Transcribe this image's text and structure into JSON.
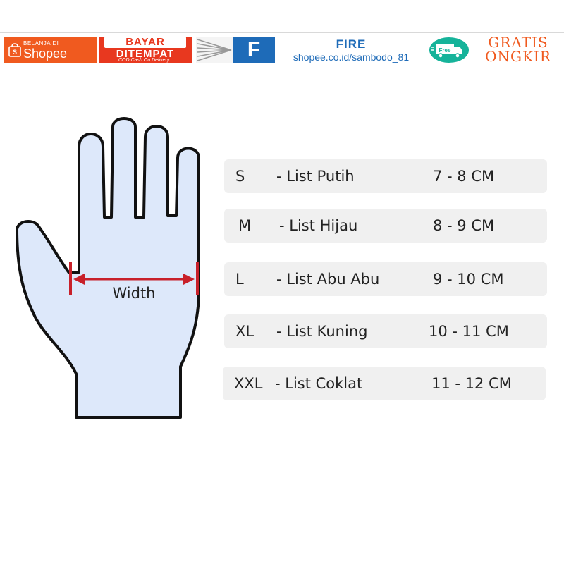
{
  "banner": {
    "shopee_small": "BELANJA DI",
    "shopee_big": "Shopee",
    "cod_top": "BAYAR",
    "cod_bottom": "DITEMPAT",
    "cod_line": "COD  Cash On Delivery",
    "brand_letter": "F",
    "store_name": "FIRE",
    "store_url": "shopee.co.id/sambodo_81",
    "free_label": "Free",
    "gratis_line1": "GRATIS",
    "gratis_line2": "ONGKIR",
    "colors": {
      "shopee_orange": "#f05a1f",
      "cod_red": "#e8381f",
      "brand_blue": "#1e6bb8",
      "free_teal": "#16b39a"
    }
  },
  "hand": {
    "width_label": "Width",
    "fill_color": "#dde8fa",
    "outline_color": "#111111",
    "arrow_color": "#c8202a"
  },
  "sizes": [
    {
      "size": "S",
      "list": "- List Putih",
      "range": "7 - 8 CM"
    },
    {
      "size": "M",
      "list": "- List Hijau",
      "range": "8 - 9 CM"
    },
    {
      "size": "L",
      "list": "- List Abu Abu",
      "range": "9 - 10 CM"
    },
    {
      "size": "XL",
      "list": "- List Kuning",
      "range": "10 - 11 CM"
    },
    {
      "size": "XXL",
      "list": "- List Coklat",
      "range": "11 - 12 CM"
    }
  ]
}
